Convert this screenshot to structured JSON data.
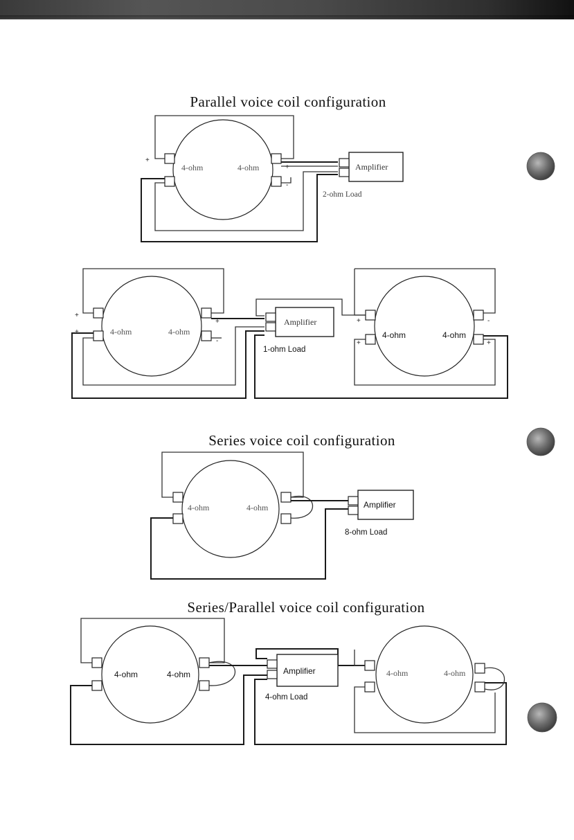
{
  "sections": {
    "parallel": {
      "title": "Parallel voice coil configuration",
      "coil_left": "4-ohm",
      "coil_right": "4-ohm",
      "amplifier": "Amplifier",
      "load": "2-ohm Load"
    },
    "parallel_dual": {
      "left_coil_left": "4-ohm",
      "left_coil_right": "4-ohm",
      "amplifier": "Amplifier",
      "load": "1-ohm Load",
      "right_coil_left": "4-ohm",
      "right_coil_right": "4-ohm"
    },
    "series": {
      "title": "Series voice coil configuration",
      "coil_left": "4-ohm",
      "coil_right": "4-ohm",
      "amplifier": "Amplifier",
      "load": "8-ohm Load"
    },
    "series_parallel": {
      "title": "Series/Parallel voice coil configuration",
      "left_coil_left": "4-ohm",
      "left_coil_right": "4-ohm",
      "amplifier": "Amplifier",
      "load": "4-ohm Load",
      "right_coil_left": "4-ohm",
      "right_coil_right": "4-ohm"
    }
  },
  "polarity": {
    "plus": "+",
    "minus": "-"
  },
  "colors": {
    "top_bar": "#3a3a3a",
    "ink": "#1a1a1a",
    "side_bullet": "#6a6a6a"
  }
}
